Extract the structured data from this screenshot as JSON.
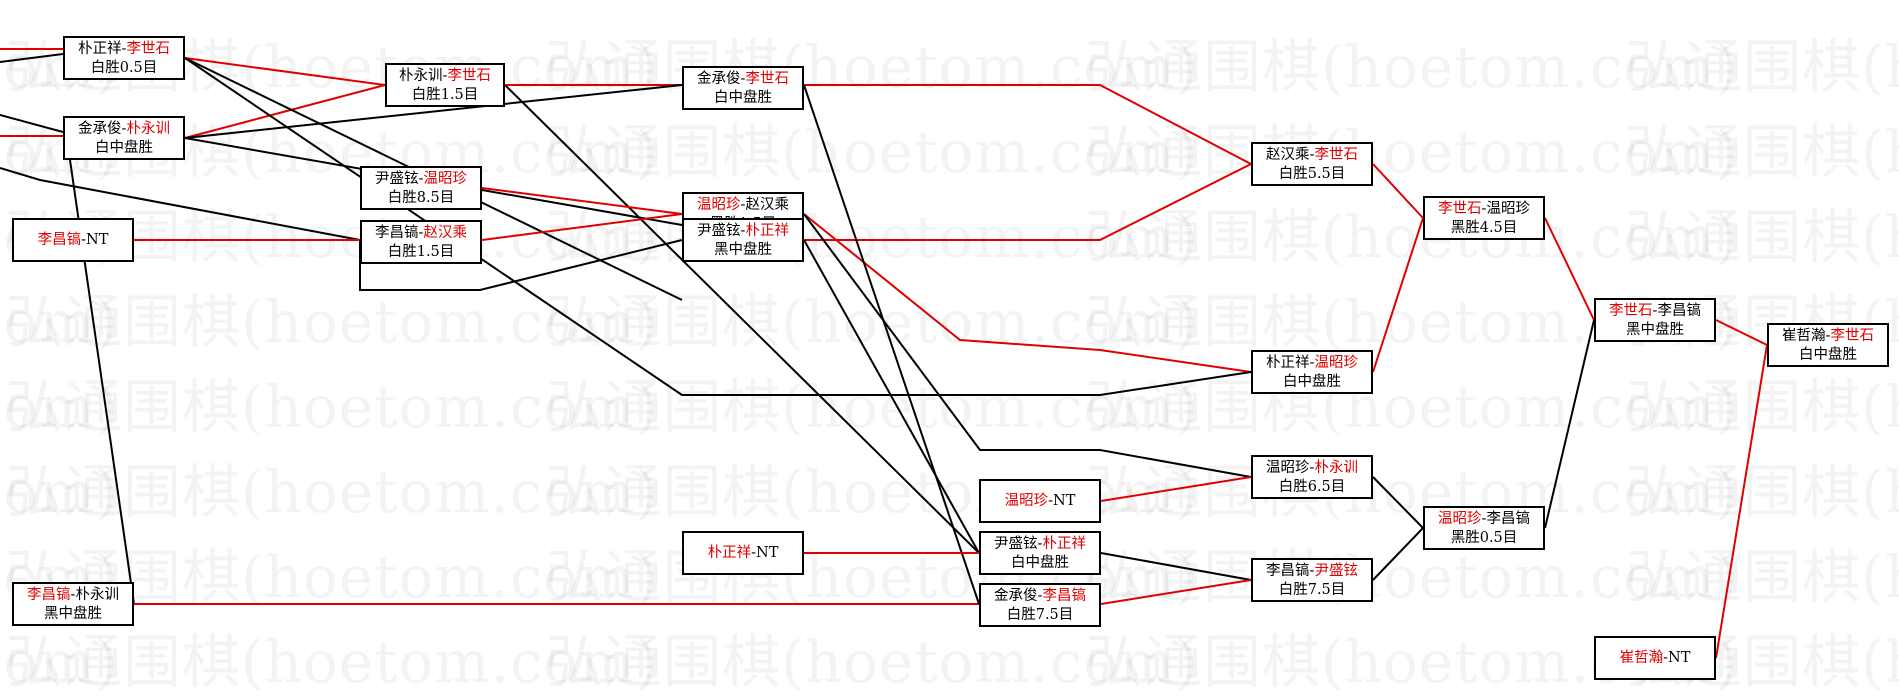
{
  "watermark": "弘通围棋(hoetom.com)",
  "matches": [
    {
      "id": "m1",
      "p1": "朴正祥",
      "p2": "李世石",
      "winner": 2,
      "result": "白胜0.5目"
    },
    {
      "id": "m2",
      "p1": "金承俊",
      "p2": "朴永训",
      "winner": 2,
      "result": "白中盘胜"
    },
    {
      "id": "m3",
      "p1": "李昌镐",
      "p2": "NT",
      "winner": 1,
      "result": ""
    },
    {
      "id": "m4",
      "p1": "李昌镐",
      "p2": "朴永训",
      "winner": 1,
      "result": "黑中盘胜"
    },
    {
      "id": "m5",
      "p1": "朴永训",
      "p2": "李世石",
      "winner": 2,
      "result": "白胜1.5目"
    },
    {
      "id": "m6",
      "p1": "尹盛铉",
      "p2": "温昭珍",
      "winner": 2,
      "result": "白胜8.5目"
    },
    {
      "id": "m7",
      "p1": "李昌镐",
      "p2": "赵汉乘",
      "winner": 2,
      "result": "白胜1.5目"
    },
    {
      "id": "m8",
      "p1": "金承俊",
      "p2": "李世石",
      "winner": 2,
      "result": "白中盘胜"
    },
    {
      "id": "m9",
      "p1": "温昭珍",
      "p2": "赵汉乘",
      "winner": 1,
      "result": "黑胜1.5目"
    },
    {
      "id": "m10",
      "p1": "尹盛铉",
      "p2": "朴正祥",
      "winner": 2,
      "result": "黑中盘胜"
    },
    {
      "id": "m11",
      "p1": "朴正祥",
      "p2": "NT",
      "winner": 1,
      "result": ""
    },
    {
      "id": "m12",
      "p1": "温昭珍",
      "p2": "NT",
      "winner": 1,
      "result": ""
    },
    {
      "id": "m13",
      "p1": "尹盛铉",
      "p2": "朴正祥",
      "winner": 2,
      "result": "白中盘胜"
    },
    {
      "id": "m14",
      "p1": "金承俊",
      "p2": "李昌镐",
      "winner": 2,
      "result": "白胜7.5目"
    },
    {
      "id": "m15",
      "p1": "赵汉乘",
      "p2": "李世石",
      "winner": 2,
      "result": "白胜5.5目"
    },
    {
      "id": "m16",
      "p1": "朴正祥",
      "p2": "温昭珍",
      "winner": 2,
      "result": "白中盘胜"
    },
    {
      "id": "m17",
      "p1": "温昭珍",
      "p2": "朴永训",
      "winner": 2,
      "result": "白胜6.5目"
    },
    {
      "id": "m18",
      "p1": "李昌镐",
      "p2": "尹盛铉",
      "winner": 2,
      "result": "白胜7.5目"
    },
    {
      "id": "m19",
      "p1": "李世石",
      "p2": "温昭珍",
      "winner": 1,
      "result": "黑胜4.5目"
    },
    {
      "id": "m20",
      "p1": "温昭珍",
      "p2": "李昌镐",
      "winner": 1,
      "result": "黑胜0.5目"
    },
    {
      "id": "m21",
      "p1": "李世石",
      "p2": "李昌镐",
      "winner": 1,
      "result": "黑中盘胜"
    },
    {
      "id": "m22",
      "p1": "崔哲瀚",
      "p2": "NT",
      "winner": 1,
      "result": ""
    },
    {
      "id": "m23",
      "p1": "崔哲瀚",
      "p2": "李世石",
      "winner": 2,
      "result": "白中盘胜"
    }
  ],
  "colors": {
    "winner": "#e00000",
    "line_win": "#e00000",
    "line_lose": "#000000",
    "border": "#000000"
  }
}
